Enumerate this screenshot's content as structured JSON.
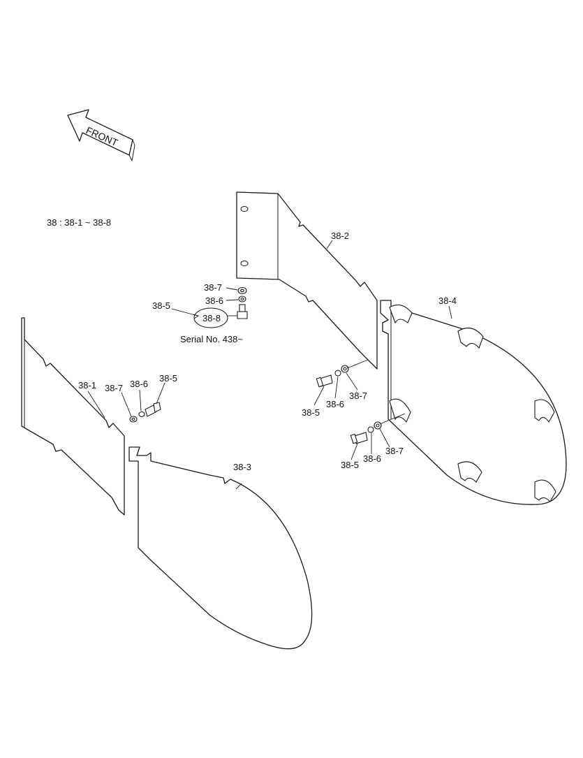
{
  "diagram": {
    "direction_arrow": "FRONT",
    "assembly_note": "38 : 38-1 ~ 38-8",
    "serial_note": "Serial No. 438~",
    "labels": {
      "c_38_5": "38-5",
      "c_38_7": "38-7",
      "c_38_6": "38-6",
      "c_38_8": "38-8",
      "p_38_2": "38-2",
      "p_38_4": "38-4",
      "p_38_1": "38-1",
      "p_38_3": "38-3",
      "l_38_7": "38-7",
      "l_38_6": "38-6",
      "l_38_5": "38-5",
      "m_38_5": "38-5",
      "m_38_6": "38-6",
      "m_38_7": "38-7",
      "r_38_5": "38-5",
      "r_38_6": "38-6",
      "r_38_7": "38-7"
    }
  }
}
